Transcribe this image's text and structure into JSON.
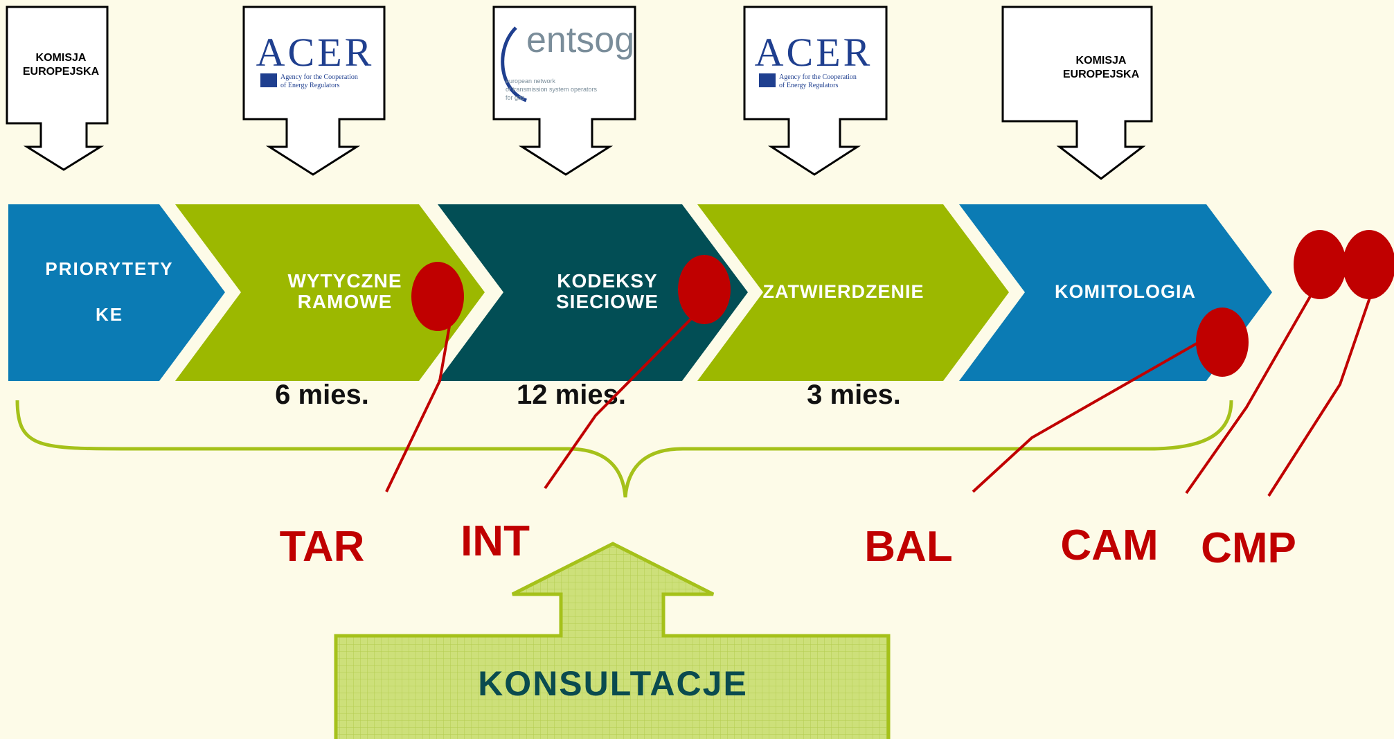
{
  "callouts": [
    {
      "type": "text",
      "line1": "KOMISJA",
      "line2": "EUROPEJSKA"
    },
    {
      "type": "logo",
      "logo": "acer-logo",
      "name": "ACER",
      "line1": "Agency for the Cooperation",
      "line2": "of Energy Regulators"
    },
    {
      "type": "logo",
      "logo": "entsog-logo",
      "name": "entsog",
      "line1": "european network",
      "line2": "of transmission system operators",
      "line3": "for gas"
    },
    {
      "type": "logo",
      "logo": "acer-logo",
      "name": "ACER",
      "line1": "Agency for the Cooperation",
      "line2": "of Energy Regulators"
    },
    {
      "type": "text",
      "line1": "KOMISJA",
      "line2": "EUROPEJSKA"
    }
  ],
  "stages": [
    {
      "line1": "PRIORYTETY",
      "line2": "KE",
      "color": "#0b7bb4"
    },
    {
      "line1": "WYTYCZNE",
      "line2": "RAMOWE",
      "color": "#9cb800"
    },
    {
      "line1": "KODEKSY",
      "line2": "SIECIOWE",
      "color": "#024e55"
    },
    {
      "line1": "ZATWIERDZENIE",
      "color": "#9cb800"
    },
    {
      "line1": "KOMITOLOGIA",
      "color": "#0b7bb4"
    }
  ],
  "durations": [
    "6 mies.",
    "12 mies.",
    "3 mies."
  ],
  "codes": [
    "TAR",
    "INT",
    "BAL",
    "CAM",
    "CMP"
  ],
  "consultation_label": "KONSULTACJE",
  "colors": {
    "background": "#fdfbe8",
    "pin": "#c00000",
    "code_text": "#c00000",
    "brace": "#a5c11a",
    "consult_fill": "#cde07a",
    "consult_text": "#0a4b4f"
  }
}
